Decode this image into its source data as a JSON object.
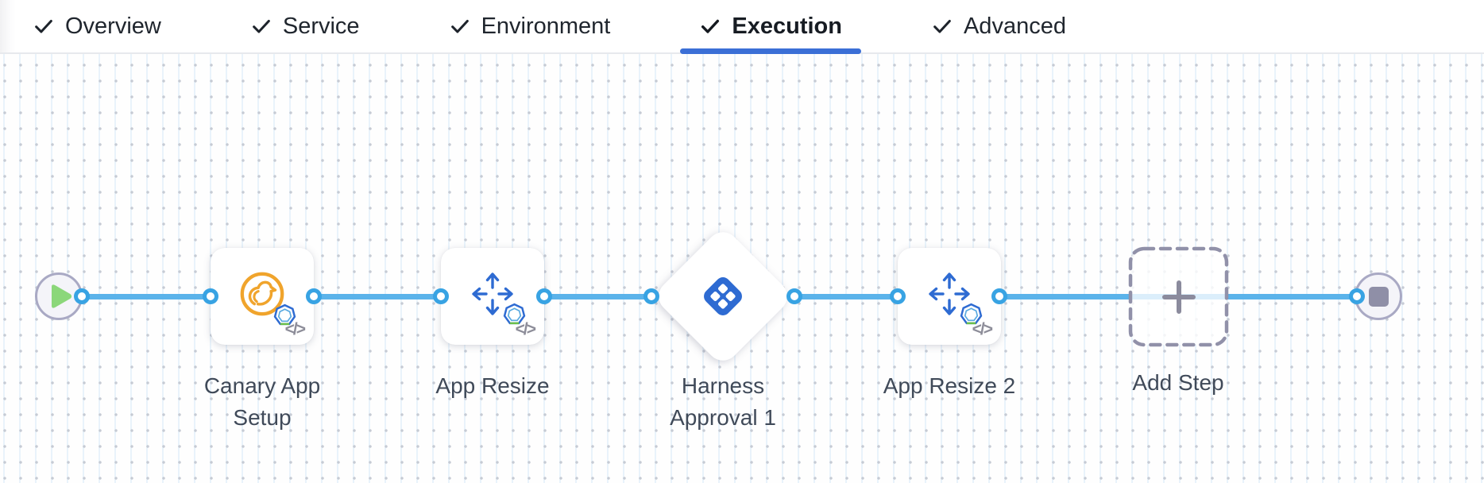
{
  "tabs": {
    "items": [
      {
        "id": "overview",
        "label": "Overview",
        "checked": true,
        "active": false
      },
      {
        "id": "service",
        "label": "Service",
        "checked": true,
        "active": false
      },
      {
        "id": "environment",
        "label": "Environment",
        "checked": true,
        "active": false
      },
      {
        "id": "execution",
        "label": "Execution",
        "checked": true,
        "active": true
      },
      {
        "id": "advanced",
        "label": "Advanced",
        "checked": true,
        "active": false
      }
    ]
  },
  "canvas": {
    "start_node": {
      "type": "start"
    },
    "end_node": {
      "type": "stop"
    },
    "steps": [
      {
        "label": "Canary App Setup",
        "type": "pcf-canary-app-setup",
        "shape": "card",
        "has_code_icon": true
      },
      {
        "label": "App Resize",
        "type": "pcf-app-resize",
        "shape": "card",
        "has_code_icon": true
      },
      {
        "label": "Harness Approval 1",
        "type": "harness-approval",
        "shape": "diamond",
        "has_code_icon": false
      },
      {
        "label": "App Resize 2",
        "type": "pcf-app-resize",
        "shape": "card",
        "has_code_icon": true
      },
      {
        "label": "Add Step",
        "type": "add-step",
        "shape": "dashed",
        "has_code_icon": false
      }
    ],
    "code_icon_glyph": "</>"
  },
  "colors": {
    "active_tab_underline": "#3b6fd6",
    "flow_line": "#5bb3ea",
    "connector_ring": "#38a3e3",
    "step_icon_blue": "#2e6bd2",
    "canary_orange": "#f0a42c",
    "play_green": "#8bd77a",
    "stop_gray": "#8f8fa7",
    "node_circle_border": "#a9a9c4",
    "label_text": "#404a59",
    "tab_text": "#20262e"
  }
}
